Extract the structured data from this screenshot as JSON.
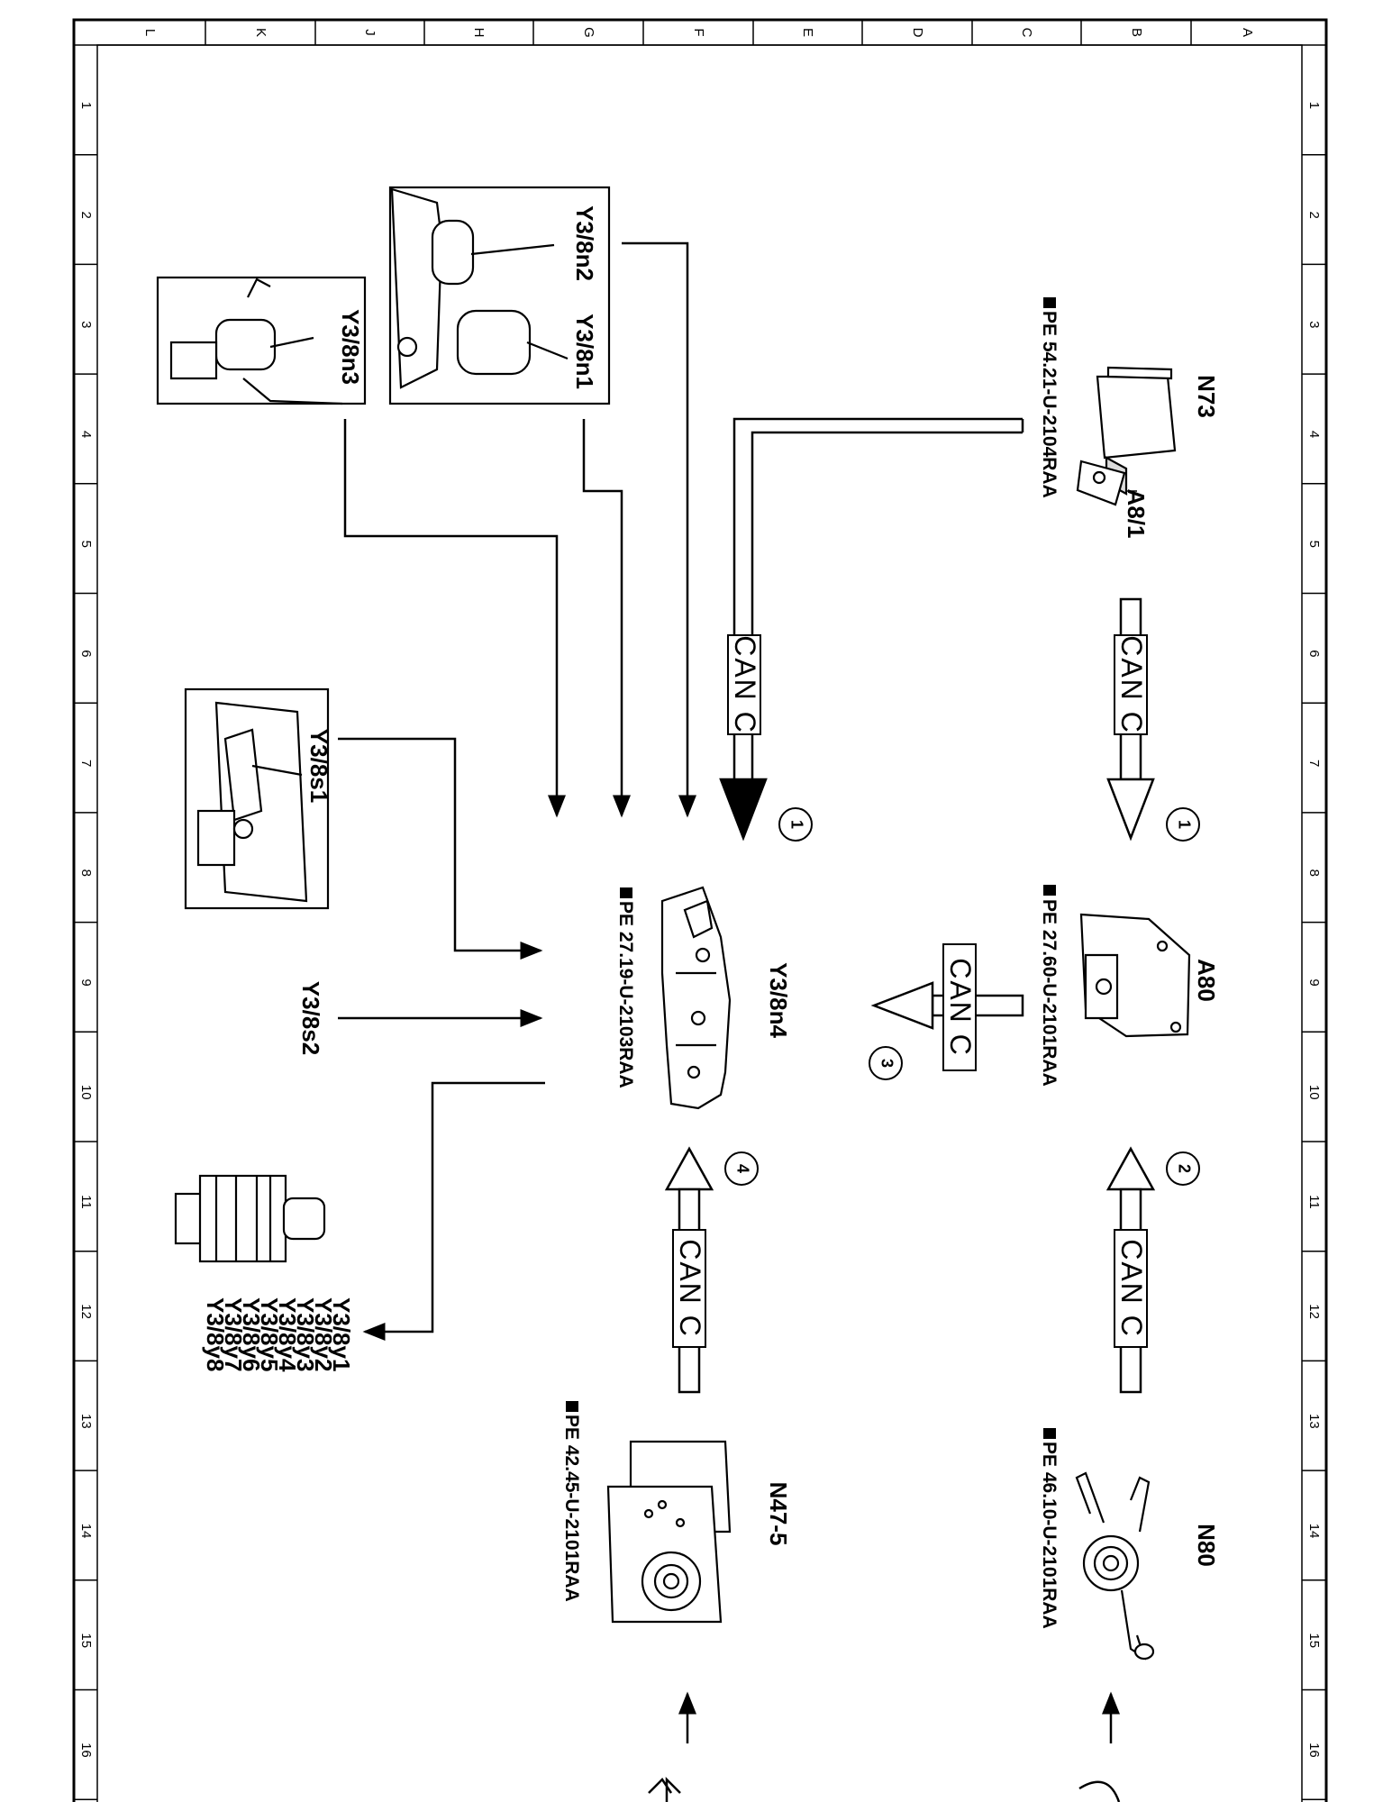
{
  "grid": {
    "letters": [
      "L",
      "K",
      "J",
      "H",
      "G",
      "F",
      "E",
      "D",
      "C",
      "B",
      "A"
    ],
    "numbers": [
      "1",
      "2",
      "3",
      "4",
      "5",
      "6",
      "7",
      "8",
      "9",
      "10",
      "11",
      "12",
      "13",
      "14",
      "15",
      "16"
    ]
  },
  "components": {
    "n73": "N73",
    "a8_1": "A8/1",
    "a80": "A80",
    "n80": "N80",
    "n47_5": "N47-5",
    "y3_8n4": "Y3/8n4",
    "y3_8n1": "Y3/8n1",
    "y3_8n2": "Y3/8n2",
    "y3_8n3": "Y3/8n3",
    "y3_8s1": "Y3/8s1",
    "y3_8s2": "Y3/8s2",
    "valves": [
      "Y3/8y1",
      "Y3/8y2",
      "Y3/8y3",
      "Y3/8y4",
      "Y3/8y5",
      "Y3/8y6",
      "Y3/8y7",
      "Y3/8y8"
    ]
  },
  "references": {
    "n73": "PE 54.21-U-2104RAA",
    "a80": "PE 27.60-U-2101RAA",
    "y3_8n4": "PE 27.19-U-2103RAA",
    "n80": "PE 46.10-U-2101RAA",
    "n47_5": "PE 42.45-U-2101RAA"
  },
  "bus_label": "CAN C",
  "callouts": [
    "1",
    "1",
    "3",
    "2",
    "4"
  ]
}
